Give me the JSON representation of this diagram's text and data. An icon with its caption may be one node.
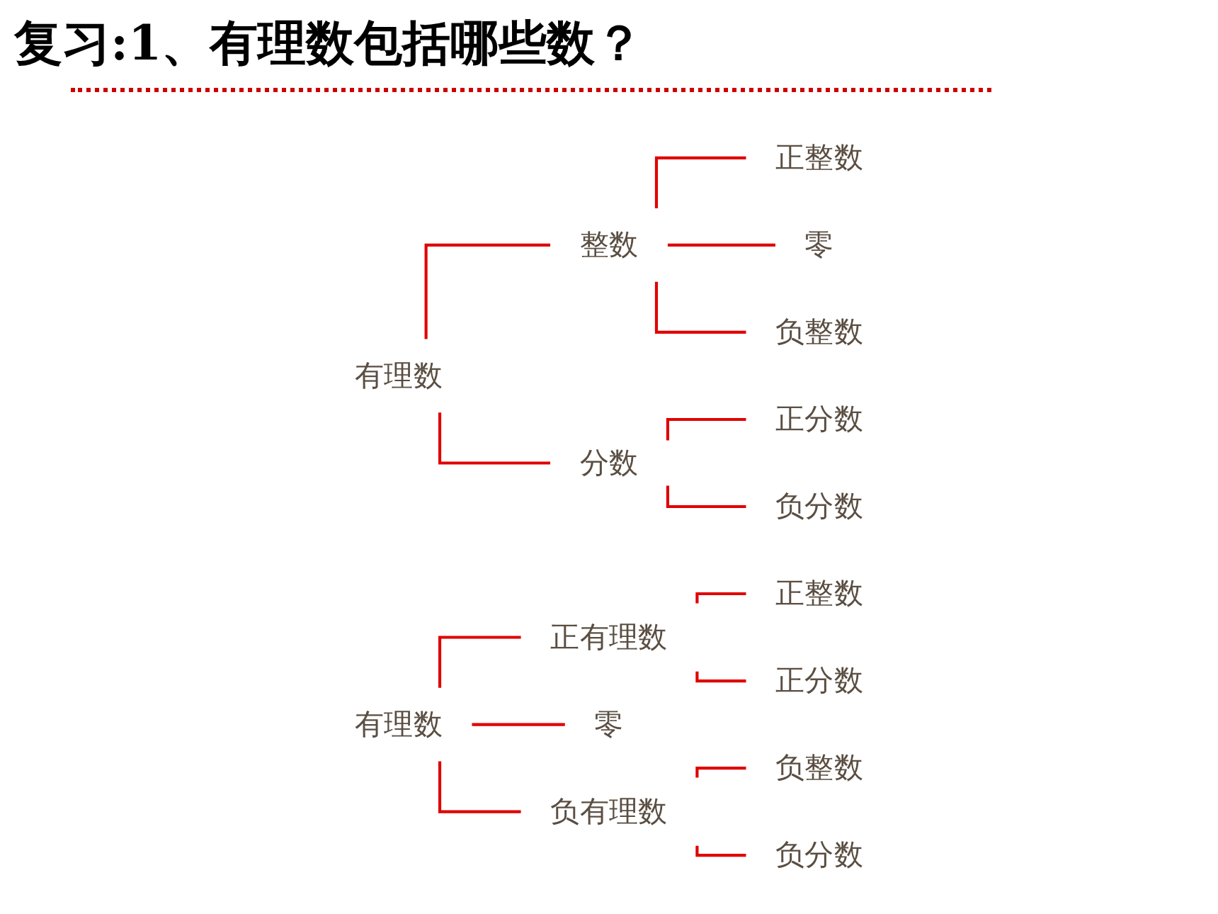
{
  "diagram": {
    "title": "复习:1、有理数包括哪些数？",
    "nodes": [
      {
        "text": [
          "有理数"
        ]
      },
      {
        "text": [
          "整数"
        ]
      },
      {
        "text": [
          "分数"
        ]
      },
      {
        "text": [
          "正整数"
        ]
      },
      {
        "text": [
          "零"
        ]
      },
      {
        "text": [
          "负整数"
        ]
      },
      {
        "text": [
          "正分数"
        ]
      },
      {
        "text": [
          "负分数"
        ]
      },
      {
        "text": [
          "有理数"
        ]
      },
      {
        "text": [
          "正有理数"
        ]
      },
      {
        "text": [
          "零"
        ]
      },
      {
        "text": [
          "负有理数"
        ]
      },
      {
        "text": [
          "正整数"
        ]
      },
      {
        "text": [
          "正分数"
        ]
      },
      {
        "text": [
          "负整数"
        ]
      },
      {
        "text": [
          "负分数"
        ]
      }
    ],
    "edges": [
      {
        "from": 0,
        "to": 1,
        "arrow": "none"
      },
      {
        "from": 0,
        "to": 2,
        "arrow": "none"
      },
      {
        "from": 1,
        "to": 3,
        "arrow": "none"
      },
      {
        "from": 1,
        "to": 4,
        "arrow": "none"
      },
      {
        "from": 1,
        "to": 5,
        "arrow": "none"
      },
      {
        "from": 2,
        "to": 6,
        "arrow": "none"
      },
      {
        "from": 2,
        "to": 7,
        "arrow": "none"
      },
      {
        "from": 8,
        "to": 9,
        "arrow": "none"
      },
      {
        "from": 8,
        "to": 10,
        "arrow": "none"
      },
      {
        "from": 8,
        "to": 11,
        "arrow": "none"
      },
      {
        "from": 9,
        "to": 12,
        "arrow": "none"
      },
      {
        "from": 9,
        "to": 13,
        "arrow": "none"
      },
      {
        "from": 11,
        "to": 14,
        "arrow": "none"
      },
      {
        "from": 11,
        "to": 15,
        "arrow": "none"
      }
    ]
  }
}
